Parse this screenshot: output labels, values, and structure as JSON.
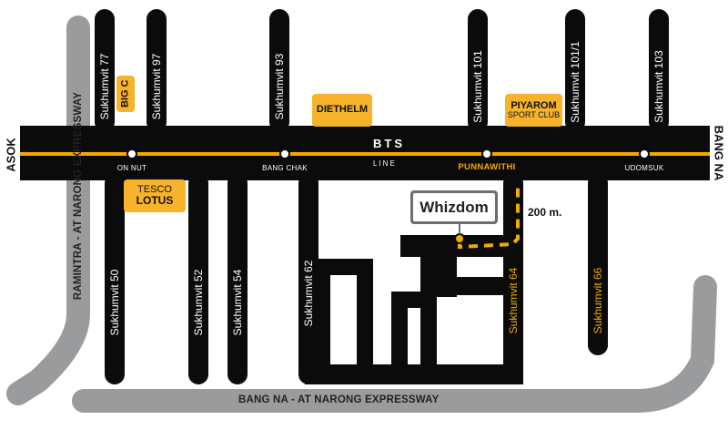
{
  "edges": {
    "left": "ASOK",
    "right": "BANG NA"
  },
  "bts": {
    "title": "BTS",
    "subtitle": "LINE"
  },
  "stations": [
    "ON NUT",
    "BANG CHAK",
    "PUNNAWITHI",
    "UDOMSUK"
  ],
  "highlight_station": "PUNNAWITHI",
  "north_sois": [
    "Sukhumvit 77",
    "Sukhumvit 97",
    "Sukhumvit 93",
    "Sukhumvit 101",
    "Sukhumvit 101/1",
    "Sukhumvit 103"
  ],
  "south_sois": [
    "Sukhumvit 50",
    "Sukhumvit 52",
    "Sukhumvit 54",
    "Sukhumvit 62",
    "Sukhumvit 64",
    "Sukhumvit 66"
  ],
  "expressways": {
    "west": "RAMINTRA - AT NARONG EXPRESSWAY",
    "south": "BANG NA - AT NARONG EXPRESSWAY"
  },
  "pois": {
    "big_c": "BIG C",
    "diethelm": "DIETHELM",
    "piyarom_1": "PIYAROM",
    "piyarom_2": "SPORT CLUB",
    "tesco_1": "TESCO",
    "tesco_2": "LOTUS"
  },
  "destination": {
    "name": "Whizdom",
    "distance": "200 m."
  },
  "colors": {
    "road": "#0b0b0b",
    "rail": "#f2a900",
    "expressway": "#9a9b9d",
    "poi": "#f7b32b",
    "marker_border": "#6d6e70"
  }
}
